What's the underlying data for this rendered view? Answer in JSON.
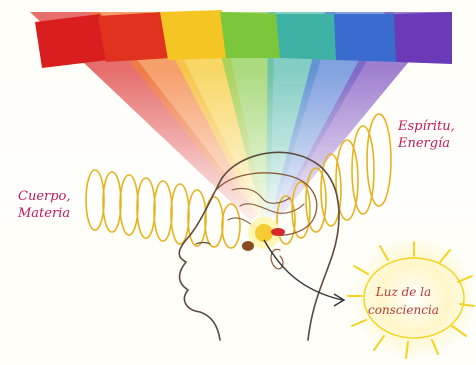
{
  "labels": {
    "body": [
      "Cuerpo,",
      "Materia"
    ],
    "spirit": [
      "Espíritu,",
      "Energía"
    ],
    "light": [
      "Luz de la",
      "consciencia"
    ]
  },
  "colors": {
    "spectrum": [
      "#d81e1e",
      "#f06a1a",
      "#f5c623",
      "#7cc63b",
      "#3fb2a6",
      "#3a6cd0",
      "#6a3ab8"
    ],
    "label_text": "#c2185b",
    "coil": "#e6b31e",
    "head_outline": "#6b4a2e",
    "sun": "#f5d421"
  },
  "icons": {
    "rainbow": "rainbow-fan",
    "head": "head-profile",
    "coil": "spring-coil",
    "sun": "radiant-sun"
  }
}
